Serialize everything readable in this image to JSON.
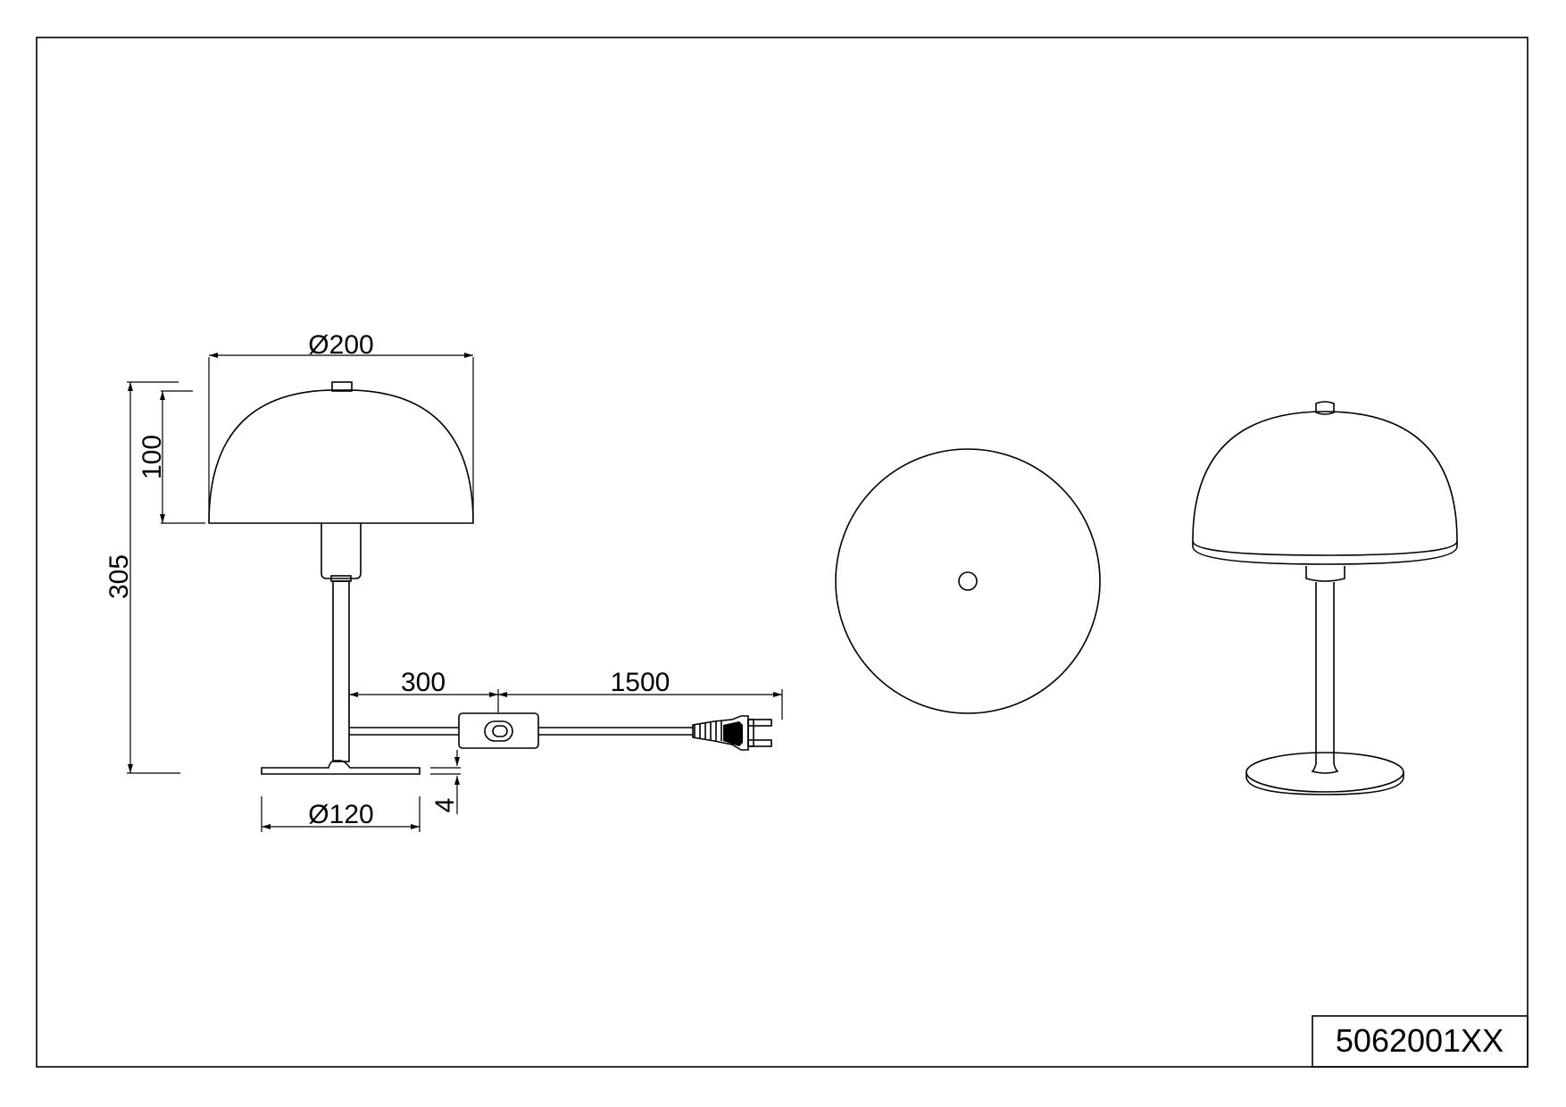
{
  "product_code": "5062001XX",
  "dimensions": {
    "shade_diameter": "Ø200",
    "shade_height": "100",
    "total_height": "305",
    "base_diameter": "Ø120",
    "base_thickness": "4",
    "cable_to_switch": "300",
    "cable_to_plug": "1500"
  }
}
